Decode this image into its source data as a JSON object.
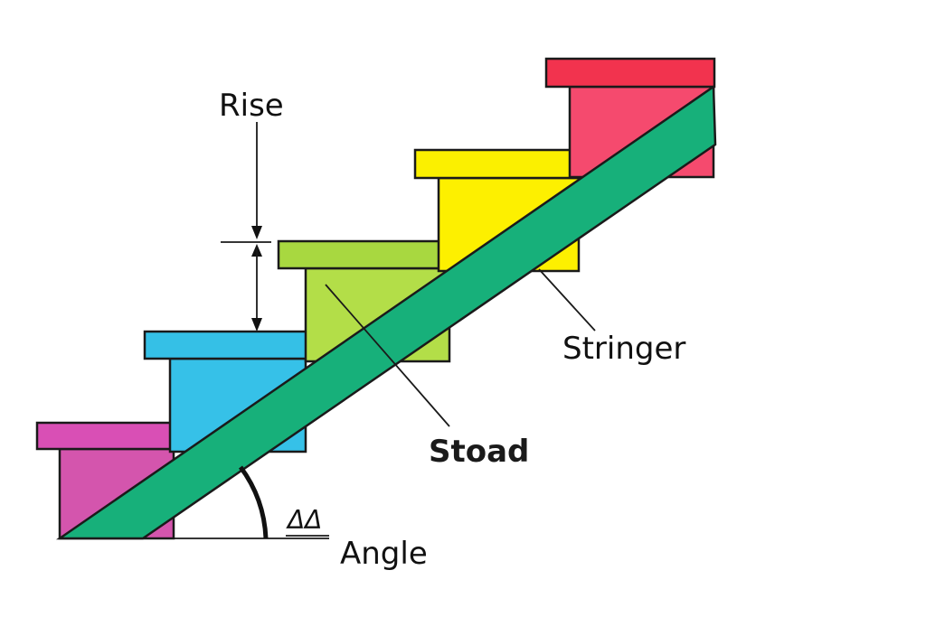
{
  "diagram": {
    "labels": {
      "rise": "Rise",
      "stringer": "Stringer",
      "stoad": "Stoad",
      "delta_symbol": "ΔΔ",
      "angle": "Angle"
    },
    "step_colors": {
      "step1_tread": "#d94fb5",
      "step1_riser": "#d455ad",
      "step2_tread": "#35c0e6",
      "step2_riser": "#36c1e8",
      "step3_tread": "#a8d840",
      "step3_riser": "#b3de48",
      "step4_tread": "#fbf000",
      "step4_riser": "#fdf000",
      "step5_tread": "#f2334e",
      "step5_riser": "#f54a6e",
      "stringer": "#17b07a"
    }
  }
}
